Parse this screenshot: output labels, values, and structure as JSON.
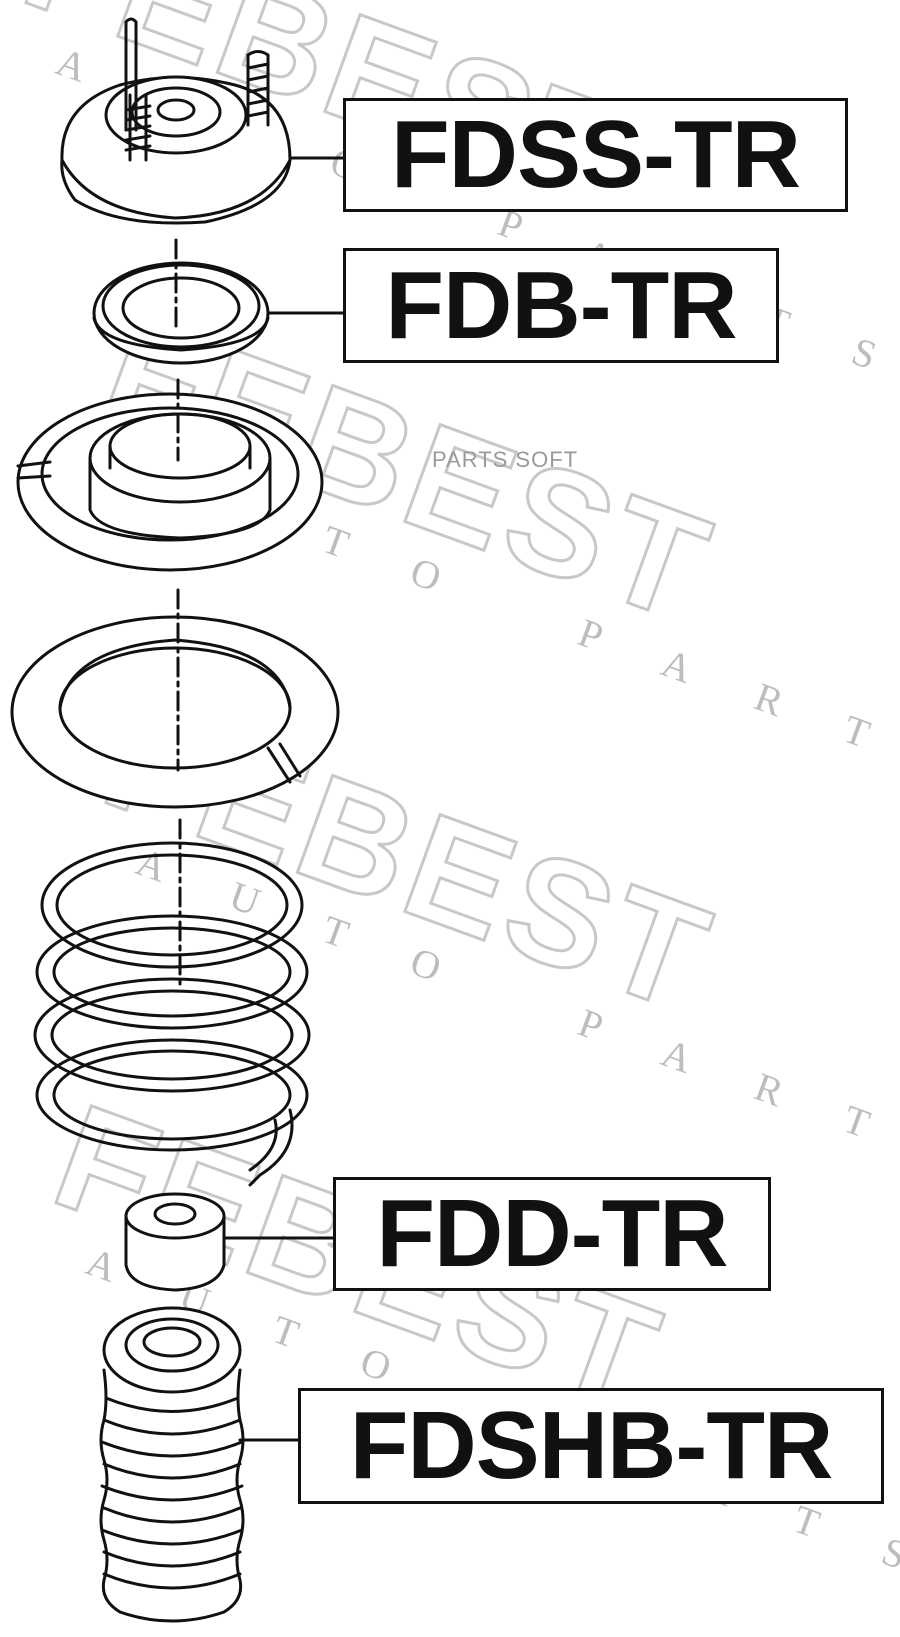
{
  "watermark": {
    "brand_word": "FEBEST",
    "tagline": "AUTO PARTS",
    "site_text": "PARTS SOFT"
  },
  "labels": {
    "top_mount": "FDSS-TR",
    "bearing": "FDB-TR",
    "bump_stop": "FDD-TR",
    "dust_boot": "FDSHB-TR"
  },
  "colors": {
    "ink": "#111111",
    "watermark": "#c8c8c8",
    "background": "#ffffff"
  }
}
